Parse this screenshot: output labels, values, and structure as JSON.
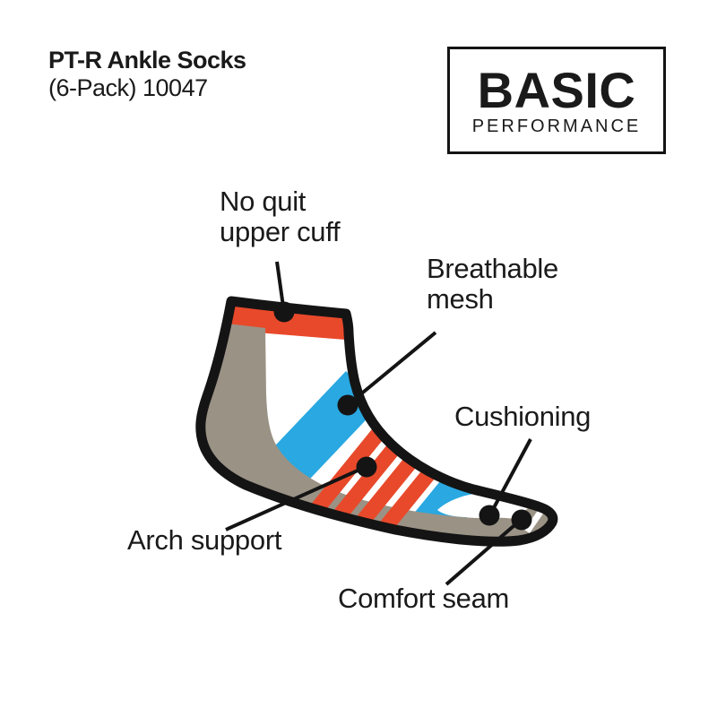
{
  "product": {
    "name": "PT-R Ankle Socks",
    "pack_info": "(6-Pack) 10047"
  },
  "badge": {
    "line1": "BASIC",
    "line2": "PERFORMANCE"
  },
  "diagram": {
    "type": "labeled-product-illustration",
    "subject": "ankle sock side view",
    "labels": [
      {
        "id": "upper-cuff",
        "text": "No quit\nupper cuff"
      },
      {
        "id": "breathable-mesh",
        "text": "Breathable\nmesh"
      },
      {
        "id": "cushioning",
        "text": "Cushioning"
      },
      {
        "id": "arch-support",
        "text": "Arch support"
      },
      {
        "id": "comfort-seam",
        "text": "Comfort seam"
      }
    ]
  },
  "colors": {
    "outline": "#141414",
    "cuff_orange": "#E8492B",
    "mesh_blue": "#29A8E1",
    "sole_gray": "#9A9285",
    "text": "#1a1a1a",
    "background": "#ffffff"
  }
}
